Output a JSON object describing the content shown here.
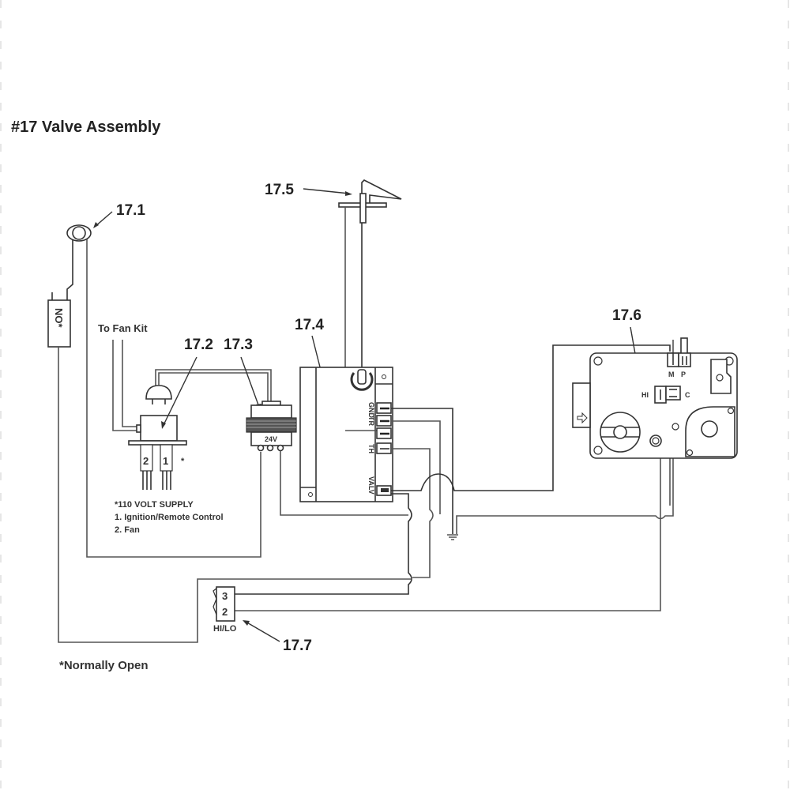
{
  "title": "#17 Valve Assembly",
  "callouts": {
    "c171": "17.1",
    "c172": "17.2",
    "c173": "17.3",
    "c174": "17.4",
    "c175": "17.5",
    "c176": "17.6",
    "c177": "17.7"
  },
  "switch_label": "NO*",
  "to_fan_kit": "To Fan Kit",
  "receptacle": {
    "outlet_2": "2",
    "outlet_1": "1",
    "asterisk": "*"
  },
  "transformer_label": "24V",
  "supply_notes": {
    "heading": "*110 VOLT SUPPLY",
    "item1": "1. Ignition/Remote Control",
    "item2": "2. Fan"
  },
  "module_terminals": {
    "gnd": "GND",
    "tr": "TR",
    "th": "TH",
    "valv": "VALV"
  },
  "gas_valve": {
    "m": "M",
    "p": "P",
    "hi": "HI",
    "c": "C"
  },
  "hilo_switch": {
    "pos3": "3",
    "pos2": "2",
    "label": "HI/LO"
  },
  "footnote": "*Normally Open",
  "colors": {
    "line": "#333333",
    "text": "#222222",
    "background": "#ffffff"
  }
}
